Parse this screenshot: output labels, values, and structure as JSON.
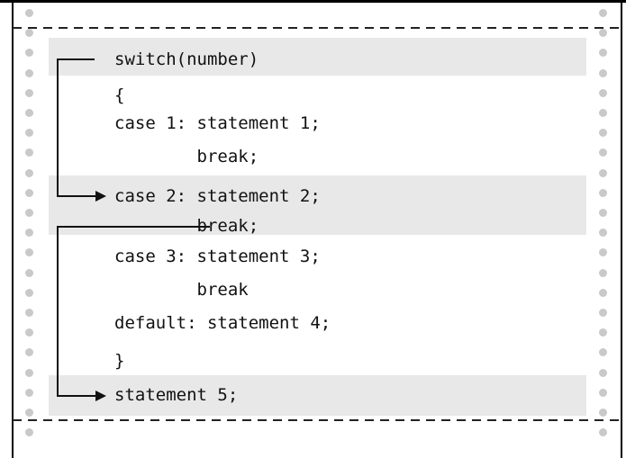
{
  "code": {
    "lines": [
      "switch(number)",
      "{",
      "case 1: statement 1;",
      "        break;",
      "case 2: statement 2;",
      "        break;",
      "case 3: statement 3;",
      "        break",
      "default: statement 4;",
      "}",
      "statement 5;"
    ]
  },
  "colors": {
    "band": "#e8e8e8",
    "hole": "#c9c9c9",
    "ink": "#111111",
    "border": "#000000"
  }
}
